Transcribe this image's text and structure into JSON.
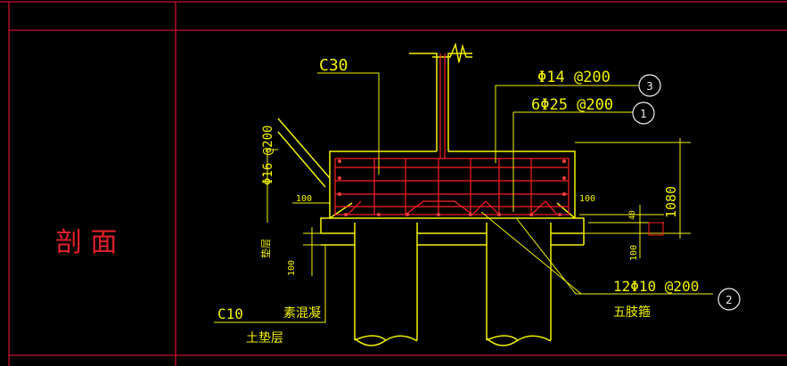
{
  "colors": {
    "background": "#000000",
    "border": "#c8102e",
    "concrete_outline": "#f2f200",
    "rebar": "#ff2020",
    "leader": "#f2f200",
    "callout_circle": "#f0f0f0",
    "section_label": "#e0202a"
  },
  "section_label": "剖 面",
  "labels": {
    "concrete_grade": "C30",
    "bar_top": "Φ14 @200",
    "bar_bottom": "6Φ25 @200",
    "bar_side": "Φ16 @200",
    "stirrup": "12Φ10 @200",
    "stirrup_type": "五肢箍",
    "cushion_grade": "C10",
    "cushion_material": "素混凝",
    "cushion_layer": "土垫层",
    "cushion_side_text": "垫层",
    "dim_100_left": "100",
    "dim_100_right": "100",
    "dim_100_lower_left": "100",
    "dim_100_lower_right": "100",
    "dim_height": "1080",
    "dim_40": "40"
  },
  "callouts": {
    "one": "1",
    "two": "2",
    "three": "3"
  }
}
